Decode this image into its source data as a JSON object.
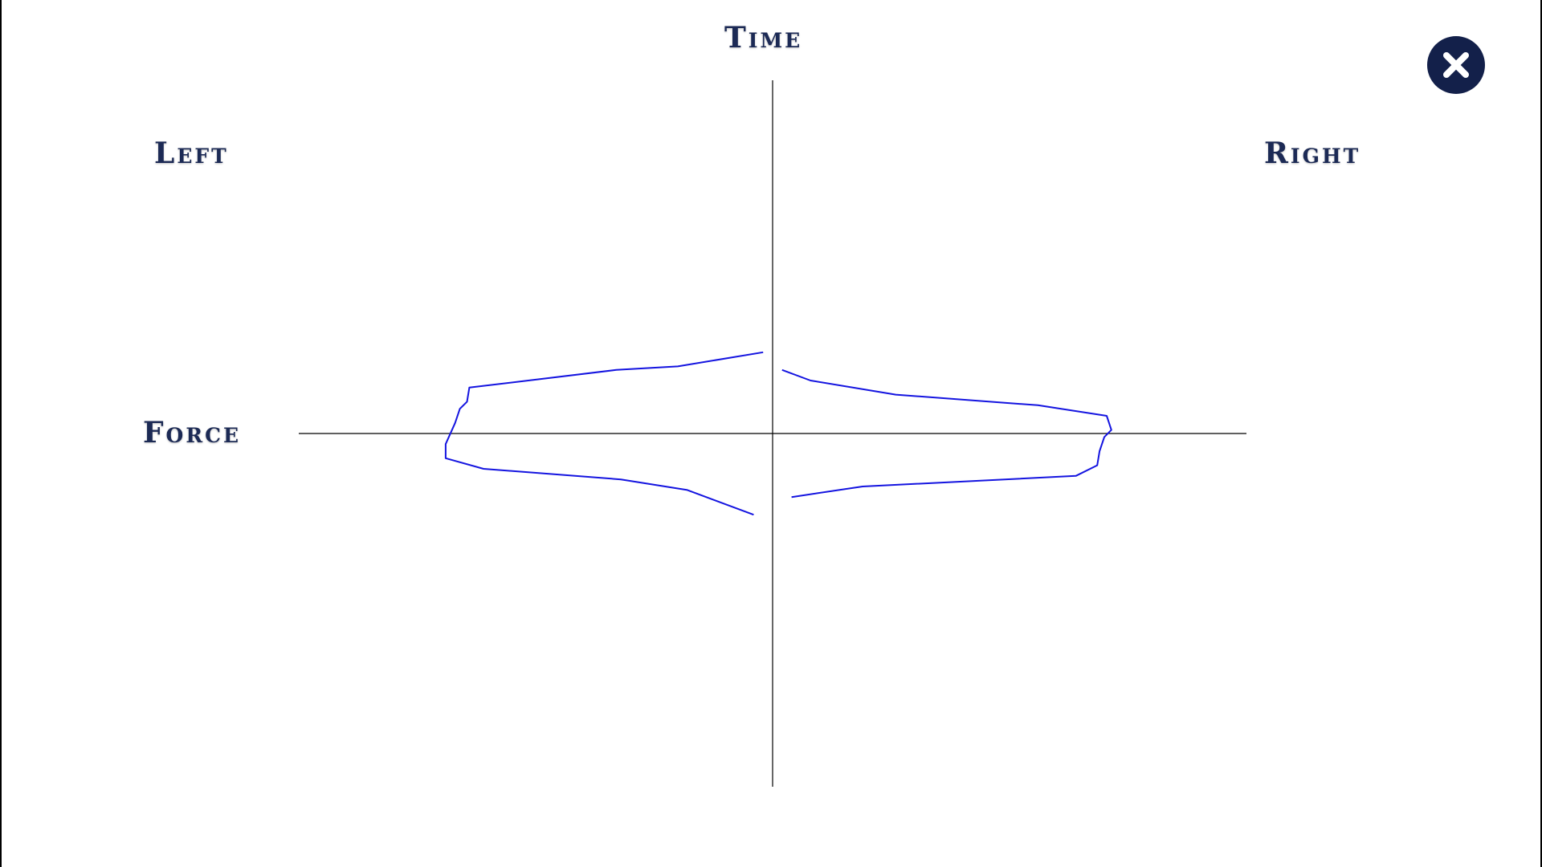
{
  "labels": {
    "time": "Time",
    "left": "Left",
    "right": "Right",
    "force": "Force"
  },
  "colors": {
    "label": "#1c2a55",
    "axis": "#000000",
    "trace": "#1414e0",
    "close_bg": "#13204a",
    "close_fg": "#ffffff"
  },
  "icons": {
    "close": "close-icon"
  },
  "chart_data": {
    "type": "line",
    "xlabel": "Force",
    "ylabel": "Time",
    "xlim": [
      -1,
      1
    ],
    "ylim": [
      -1,
      1
    ],
    "grid": false,
    "series": [
      {
        "x": [
          -0.02,
          -0.2,
          -0.33,
          -0.64,
          -0.645,
          -0.66,
          -0.67,
          -0.69,
          -0.69,
          -0.61,
          -0.32,
          -0.18,
          -0.04
        ],
        "y": [
          0.23,
          0.19,
          0.18,
          0.13,
          0.09,
          0.07,
          0.03,
          -0.03,
          -0.07,
          -0.1,
          -0.13,
          -0.16,
          -0.23
        ]
      },
      {
        "x": [
          0.02,
          0.08,
          0.26,
          0.56,
          0.705,
          0.715,
          0.7,
          0.69,
          0.685,
          0.64,
          0.19,
          0.04
        ],
        "y": [
          0.18,
          0.15,
          0.11,
          0.08,
          0.05,
          0.01,
          -0.01,
          -0.05,
          -0.09,
          -0.12,
          -0.15,
          -0.18
        ]
      }
    ]
  }
}
